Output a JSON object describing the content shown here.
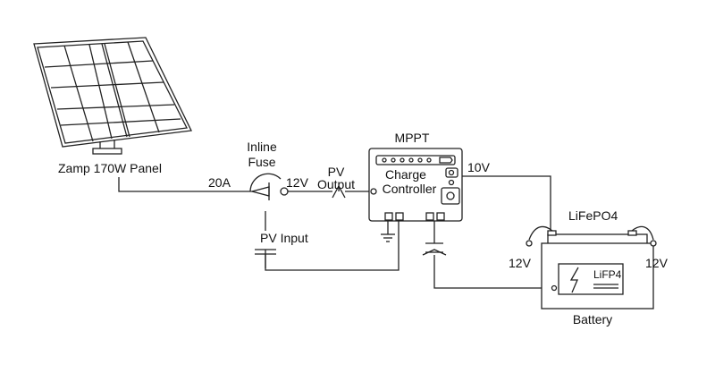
{
  "labels": {
    "panel": "Zamp 170W Panel",
    "fuse_line1": "Inline",
    "fuse_line2": "Fuse",
    "current": "20A",
    "fuse_voltage": "12V",
    "pv_output_line1": "PV",
    "pv_output_line2": "Output",
    "pv_input": "PV Input",
    "mppt": "MPPT",
    "controller_line1": "Charge",
    "controller_line2": "Controller",
    "controller_voltage": "10V",
    "battery_chemistry": "LiFePO4",
    "battery_left_voltage": "12V",
    "battery_right_voltage": "12V",
    "battery_badge": "LiFP4",
    "battery": "Battery"
  },
  "colors": {
    "stroke": "#222222",
    "background": "#ffffff"
  }
}
